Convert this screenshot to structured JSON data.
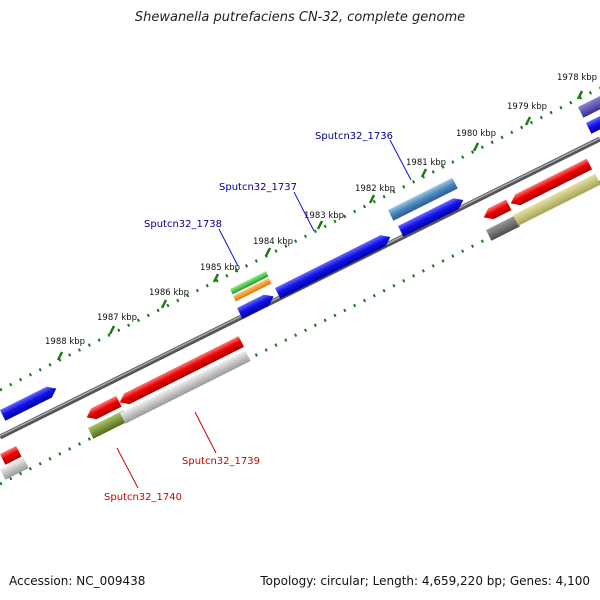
{
  "title": "Shewanella putrefaciens CN-32, complete genome",
  "footer": {
    "accession": "Accession: NC_009438",
    "summary": "Topology: circular; Length: 4,659,220 bp; Genes: 4,100"
  },
  "ticks": [
    "1978 kbp",
    "1979 kbp",
    "1980 kbp",
    "1981 kbp",
    "1982 kbp",
    "1983 kbp",
    "1984 kbp",
    "1985 kbp",
    "1986 kbp",
    "1987 kbp",
    "1988 kbp"
  ],
  "genes": {
    "g1736": "Sputcn32_1736",
    "g1737": "Sputcn32_1737",
    "g1738": "Sputcn32_1738",
    "g1739": "Sputcn32_1739",
    "g1740": "Sputcn32_1740"
  },
  "colors": {
    "forward_label": "#00008b",
    "reverse_label": "#cc0000",
    "blue": "#1010e0",
    "red": "#e00000",
    "gray": "#bdbdbd",
    "tick": "#1a7a1a",
    "backbone": "#777777"
  }
}
